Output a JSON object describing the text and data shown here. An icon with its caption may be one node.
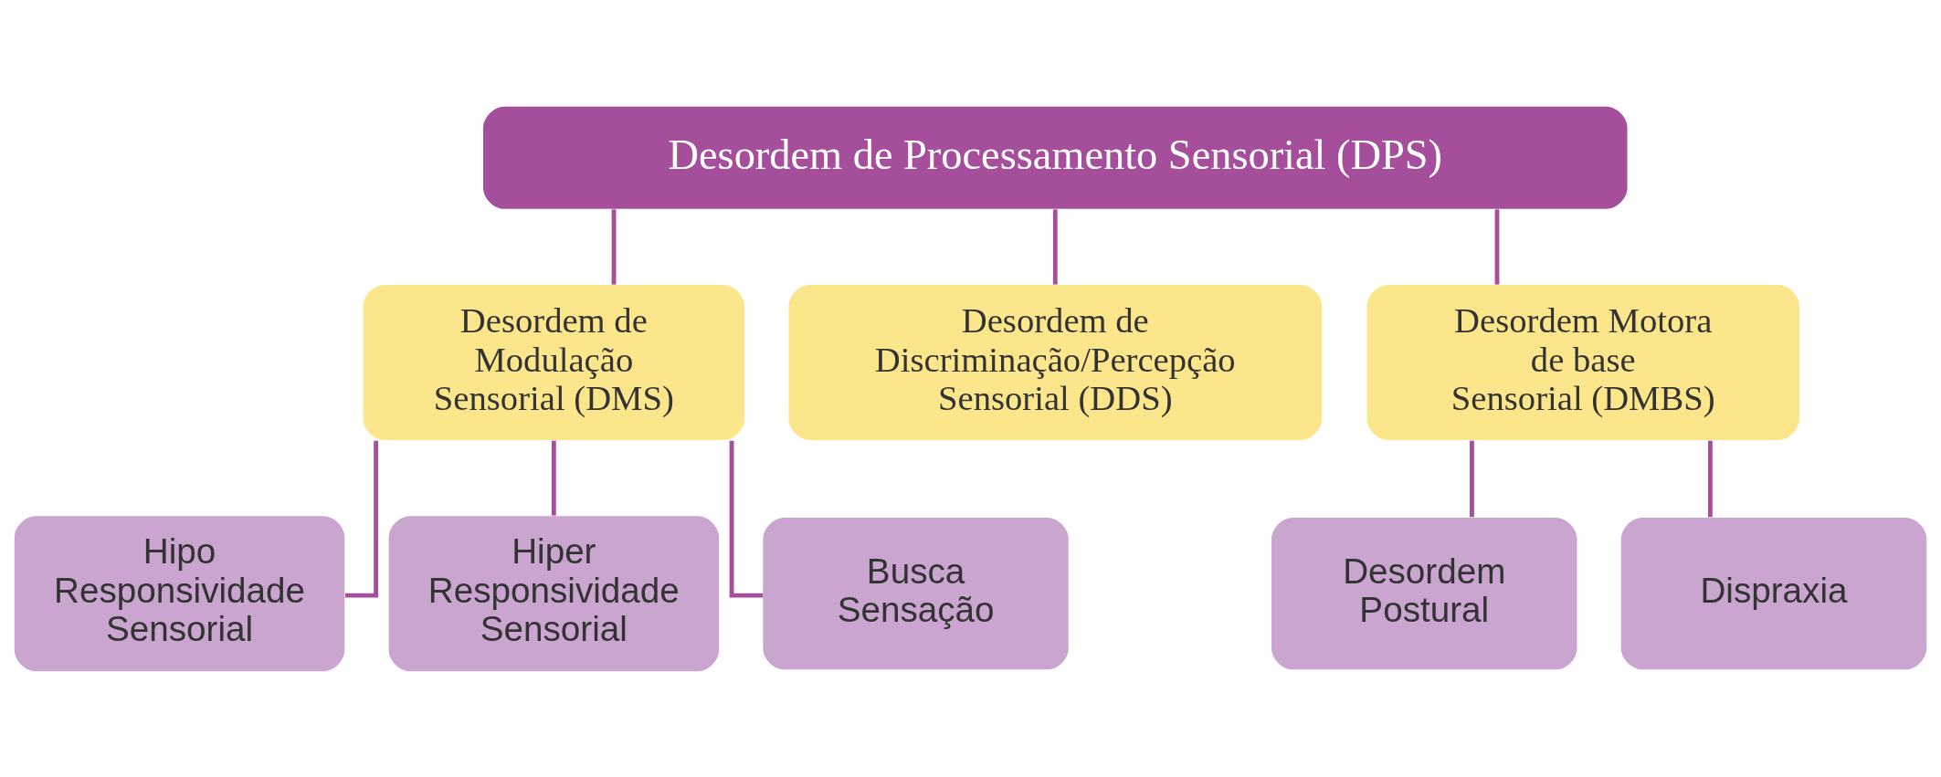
{
  "diagram": {
    "nodes": [
      {
        "text": [
          "Desordem de Processamento Sensorial (DPS)"
        ]
      },
      {
        "text": [
          "Desordem de Modulação Sensorial (DMS)"
        ]
      },
      {
        "text": [
          "Desordem de Discriminação/Percepção Sensorial (DDS)"
        ]
      },
      {
        "text": [
          "Desordem Motora de base Sensorial (DMBS)"
        ]
      },
      {
        "text": [
          "Hipo Responsividade Sensorial"
        ]
      },
      {
        "text": [
          "Hiper Responsividade Sensorial"
        ]
      },
      {
        "text": [
          "Busca Sensação"
        ]
      },
      {
        "text": [
          "Desordem Postural"
        ]
      },
      {
        "text": [
          "Dispraxia"
        ]
      }
    ],
    "edges": [
      {
        "from": 0,
        "to": 1,
        "arrow": "none"
      },
      {
        "from": 0,
        "to": 2,
        "arrow": "none"
      },
      {
        "from": 0,
        "to": 3,
        "arrow": "none"
      },
      {
        "from": 1,
        "to": 4,
        "arrow": "none"
      },
      {
        "from": 1,
        "to": 5,
        "arrow": "none"
      },
      {
        "from": 1,
        "to": 6,
        "arrow": "none"
      },
      {
        "from": 3,
        "to": 7,
        "arrow": "none"
      },
      {
        "from": 3,
        "to": 8,
        "arrow": "none"
      }
    ]
  }
}
